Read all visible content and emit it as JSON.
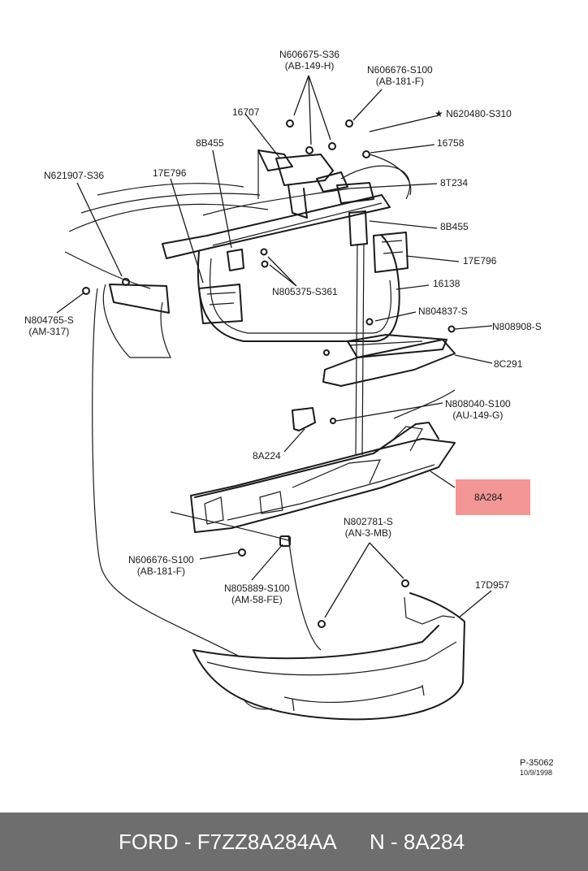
{
  "labels": {
    "n606675": "N606675-S36",
    "n606675_sub": "(AB-149-H)",
    "n606676_top": "N606676-S100",
    "n606676_top_sub": "(AB-181-F)",
    "p16707": "16707",
    "n620480": "★ N620480-S310",
    "p16758": "16758",
    "p8b455_left": "8B455",
    "n621907": "N621907-S36",
    "p17e796_left": "17E796",
    "p8t234": "8T234",
    "p8b455_right": "8B455",
    "p17e796_right": "17E796",
    "p16138": "16138",
    "n805375": "N805375-S361",
    "n804765": "N804765-S",
    "n804765_sub": "(AM-317)",
    "n804837": "N804837-S",
    "n808908": "N808908-S",
    "p8c291": "8C291",
    "n808040": "N808040-S100",
    "n808040_sub": "(AU-149-G)",
    "p8a224": "8A224",
    "p8a284": "8A284",
    "n802781": "N802781-S",
    "n802781_sub": "(AN-3-MB)",
    "p17d957": "17D957",
    "n606676_bottom": "N606676-S100",
    "n606676_bottom_sub": "(AB-181-F)",
    "n805889": "N805889-S100",
    "n805889_sub": "(AM-58-FE)"
  },
  "reference": {
    "code": "P-35062",
    "date": "10/9/1998"
  },
  "footer": {
    "left": "FORD - F7ZZ8A284AA",
    "right": "N - 8A284"
  },
  "colors": {
    "highlight": "#f28b8b",
    "footer_bg": "#6e6e6e",
    "footer_text": "#ffffff"
  }
}
